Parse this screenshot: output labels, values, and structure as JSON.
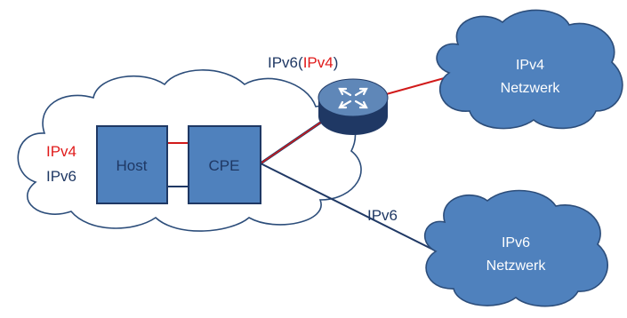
{
  "colors": {
    "cloud_fill": "#4f81bd",
    "cloud_stroke": "#2c4d7a",
    "box_fill": "#4f81bd",
    "box_stroke": "#1f3864",
    "ipv4_line": "#d11a1a",
    "ipv6_line": "#1f3864",
    "text_dark": "#1f3864",
    "text_light": "#ffffff",
    "text_red": "#e01a1a"
  },
  "nodes": {
    "host_label": "Host",
    "cpe_label": "CPE",
    "router_icon": "router-icon"
  },
  "home_network": {
    "ipv4_label": "IPv4",
    "ipv6_label": "IPv6"
  },
  "uplink": {
    "label_prefix": "IPv6(",
    "label_inner": "IPv4",
    "label_suffix": ")"
  },
  "ipv6_link": {
    "label": "IPv6"
  },
  "ipv4_network": {
    "line1": "IPv4",
    "line2": "Netzwerk"
  },
  "ipv6_network": {
    "line1": "IPv6",
    "line2": "Netzwerk"
  }
}
